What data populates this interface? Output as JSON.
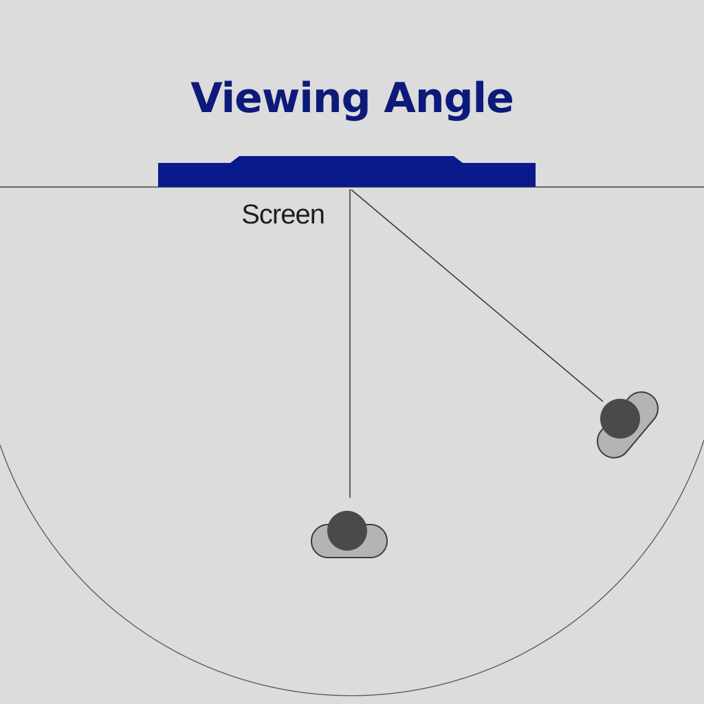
{
  "title": "Viewing Angle",
  "screen_label": "Screen",
  "colors": {
    "background": "#dcdcdc",
    "title": "#0e1a7a",
    "screen": "#0a1a8c",
    "line": "#555555",
    "viewer_body": "#b4b4b4",
    "viewer_head": "#4a4a4a"
  },
  "viewers": [
    {
      "position": "front",
      "view": "straight-on"
    },
    {
      "position": "side",
      "view": "off-angle"
    }
  ]
}
